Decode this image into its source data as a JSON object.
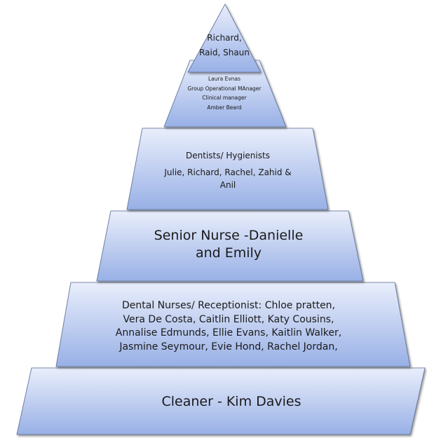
{
  "colors": {
    "fill_top": "#e9eefb",
    "fill_bottom": "#98b0e6",
    "stroke": "#5a6d96"
  },
  "tiers": [
    {
      "lines": [
        "Richard,",
        "Raid, Shaun"
      ]
    },
    {
      "lines": [
        "Laura Evnas",
        "Group Operational MAnager",
        "Clinical manager",
        "Amber Beard"
      ]
    },
    {
      "lines": [
        "Dentists/ Hygienists",
        "Julie, Richard, Rachel, Zahid &",
        "Anil"
      ]
    },
    {
      "lines": [
        "Senior Nurse -Danielle",
        "and Emily"
      ]
    },
    {
      "lines": [
        "Dental Nurses/ Receptionist: Chloe pratten,",
        "Vera De Costa, Caitlin Elliott, Katy Cousins,",
        "Annalise Edmunds, Ellie Evans, Kaitlin Walker,",
        "Jasmine Seymour, Evie Hond, Rachel Jordan,"
      ]
    },
    {
      "lines": [
        "Cleaner - Kim Davies"
      ]
    }
  ]
}
